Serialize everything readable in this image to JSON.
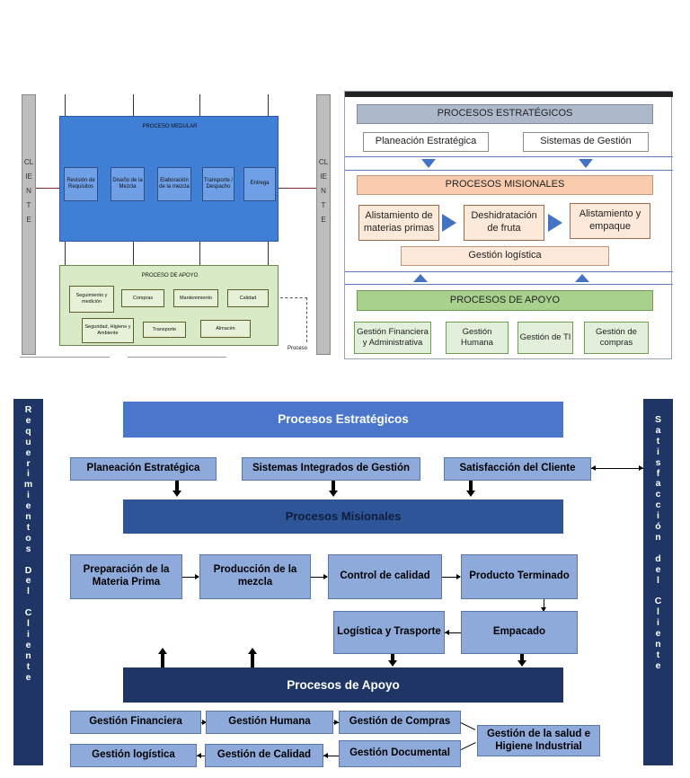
{
  "panel1": {
    "cliente_letters": [
      "CL",
      "IE",
      "N",
      "T",
      "E"
    ],
    "medular_title": "PROCESO MEDULAR",
    "steps": [
      "Revisión de Requisitos",
      "Diseño de la Mezcla",
      "Elaboración de la mezcla",
      "Transporte / Despacho",
      "Entrega"
    ],
    "apoyo_title": "PROCESO DE APOYO",
    "support": [
      "Seguimiento y medición",
      "Compras",
      "Mantenimiento",
      "Calidad",
      "Seguridad, Higiene y Ambiente",
      "Transporte",
      "Almacén"
    ],
    "footer_label": "Proceso"
  },
  "panel2": {
    "estrategicos": "PROCESOS ESTRATÉGICOS",
    "planeacion": "Planeación Estratégica",
    "sistemas": "Sistemas de Gestión",
    "misionales": "PROCESOS MISIONALES",
    "m_steps": [
      "Alistamiento de materias primas",
      "Deshidratación de fruta",
      "Alistamiento y empaque"
    ],
    "logistica": "Gestión logística",
    "apoyo": "PROCESOS DE APOYO",
    "support": [
      "Gestión Financiera y Administrativa",
      "Gestión Humana",
      "Gestión de TI",
      "Gestión de compras"
    ]
  },
  "panel3": {
    "left_side": [
      "R",
      "e",
      "q",
      "u",
      "e",
      "r",
      "i",
      "m",
      "i",
      "e",
      "n",
      "t",
      "o",
      "s",
      "",
      "D",
      "e",
      "l",
      "",
      "C",
      "l",
      "i",
      "e",
      "n",
      "t",
      "e"
    ],
    "right_side": [
      "S",
      "a",
      "t",
      "i",
      "s",
      "f",
      "a",
      "c",
      "c",
      "i",
      "ó",
      "n",
      "",
      "d",
      "e",
      "l",
      "",
      "C",
      "l",
      "i",
      "e",
      "n",
      "t",
      "e"
    ],
    "estrategicos": "Procesos Estratégicos",
    "planeacion": "Planeación Estratégica",
    "sistemas": "Sistemas Integrados de Gestión",
    "satisfaccion": "Satisfacción del Cliente",
    "misionales": "Procesos Misionales",
    "preparacion": "Preparación de la Materia Prima",
    "produccion": "Producción de la mezcla",
    "control": "Control de calidad",
    "producto": "Producto Terminado",
    "logistica": "Logística y Trasporte",
    "empacado": "Empacado",
    "apoyo": "Procesos de Apoyo",
    "g_financiera": "Gestión Financiera",
    "g_humana": "Gestión Humana",
    "g_compras": "Gestión de Compras",
    "g_salud": "Gestión de la salud e Higiene Industrial",
    "g_logistica": "Gestión logística",
    "g_calidad": "Gestión de Calidad",
    "g_documental": "Gestión Documental"
  },
  "colors": {
    "dark_navy": "#1f3565",
    "medium_blue": "#2e5597",
    "bright_blue": "#4a77cc",
    "light_blue": "#8eaadb"
  }
}
